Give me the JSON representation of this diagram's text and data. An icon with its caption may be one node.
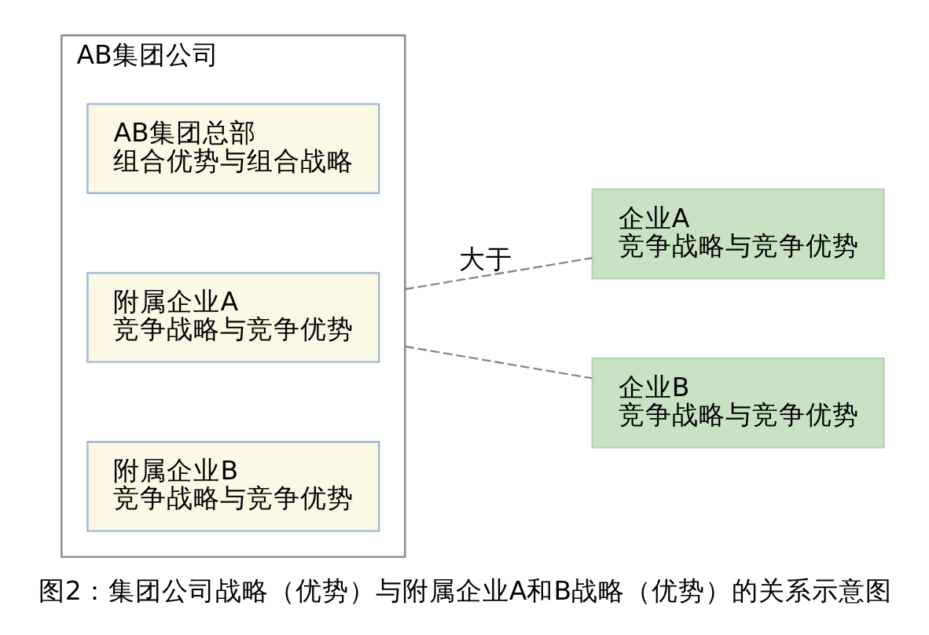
{
  "diagram": {
    "caption": "图2：集团公司战略（优势）与附属企业A和B战略（优势）的关系示意图",
    "nodes": [
      {
        "text": [
          "AB集团公司"
        ]
      },
      {
        "text": [
          "AB集团总部",
          "组合优势与组合战略"
        ],
        "in": 0
      },
      {
        "text": [
          "附属企业A",
          "竞争战略与竞争优势"
        ],
        "in": 0
      },
      {
        "text": [
          "附属企业B",
          "竞争战略与竞争优势"
        ],
        "in": 0
      },
      {
        "text": [
          "企业A",
          "竞争战略与竞争优势"
        ]
      },
      {
        "text": [
          "企业B",
          "竞争战略与竞争优势"
        ]
      }
    ],
    "edges": [
      {
        "from": 0,
        "to": 4,
        "arrow": "none",
        "style": "dashed",
        "label": "大于"
      },
      {
        "from": 0,
        "to": 5,
        "arrow": "none",
        "style": "dashed"
      }
    ]
  }
}
